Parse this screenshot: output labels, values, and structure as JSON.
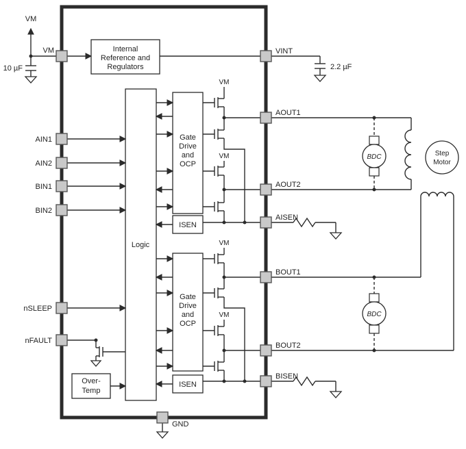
{
  "colors": {
    "line": "#2b2b2b",
    "pin_fill": "#c9c9c9",
    "pin_stroke": "#555555",
    "background": "#ffffff"
  },
  "pins": {
    "vm": "VM",
    "ain1": "AIN1",
    "ain2": "AIN2",
    "bin1": "BIN1",
    "bin2": "BIN2",
    "nsleep": "nSLEEP",
    "nfault": "nFAULT",
    "vint": "VINT",
    "aout1": "AOUT1",
    "aout2": "AOUT2",
    "aisen": "AISEN",
    "bout1": "BOUT1",
    "bout2": "BOUT2",
    "bisen": "BISEN",
    "gnd": "GND"
  },
  "blocks": {
    "internal_ref": [
      "Internal",
      "Reference and",
      "Regulators"
    ],
    "logic": "Logic",
    "gate_drive_a": [
      "Gate",
      "Drive",
      "and",
      "OCP"
    ],
    "isen_a": "ISEN",
    "gate_drive_b": [
      "Gate",
      "Drive",
      "and",
      "OCP"
    ],
    "isen_b": "ISEN",
    "overtemp": [
      "Over-",
      "Temp"
    ]
  },
  "labels": {
    "vm_rail": "VM",
    "cap_bulk": "10 µF",
    "cap_vint": "2.2 µF",
    "vm_fet_a1": "VM",
    "vm_fet_a2": "VM",
    "vm_fet_b1": "VM",
    "vm_fet_b2": "VM",
    "motor_bdc_a": "BDC",
    "motor_bdc_b": "BDC",
    "step_motor": [
      "Step",
      "Motor"
    ]
  }
}
